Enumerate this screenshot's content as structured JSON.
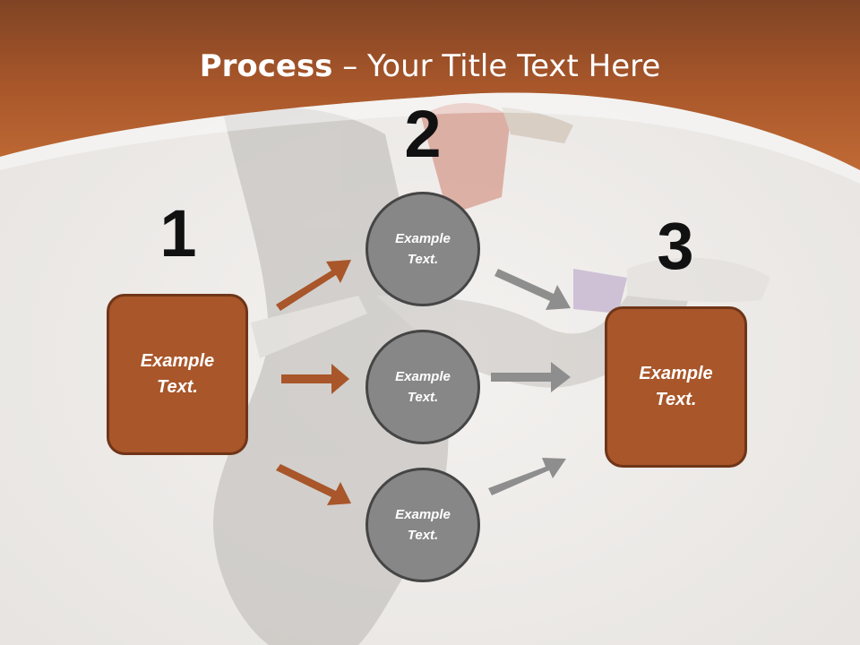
{
  "title": {
    "bold": "Process",
    "rest": " – Your Title Text Here"
  },
  "steps": [
    {
      "number": "1",
      "box": {
        "line1": "Example",
        "line2": "Text."
      }
    },
    {
      "number": "2",
      "circles": [
        {
          "line1": "Example",
          "line2": "Text."
        },
        {
          "line1": "Example",
          "line2": "Text."
        },
        {
          "line1": "Example",
          "line2": "Text."
        }
      ]
    },
    {
      "number": "3",
      "box": {
        "line1": "Example",
        "line2": "Text."
      }
    }
  ],
  "colors": {
    "header": "#a8562a",
    "box_fill": "#a8562a",
    "box_border": "#6f3518",
    "circle_fill": "#878787",
    "circle_border": "#454545",
    "arrow_left": "#a8562a",
    "arrow_right": "#8e8e8e",
    "background": "#efedeb"
  },
  "icons": {
    "arrows": "arrow-right-icon"
  }
}
